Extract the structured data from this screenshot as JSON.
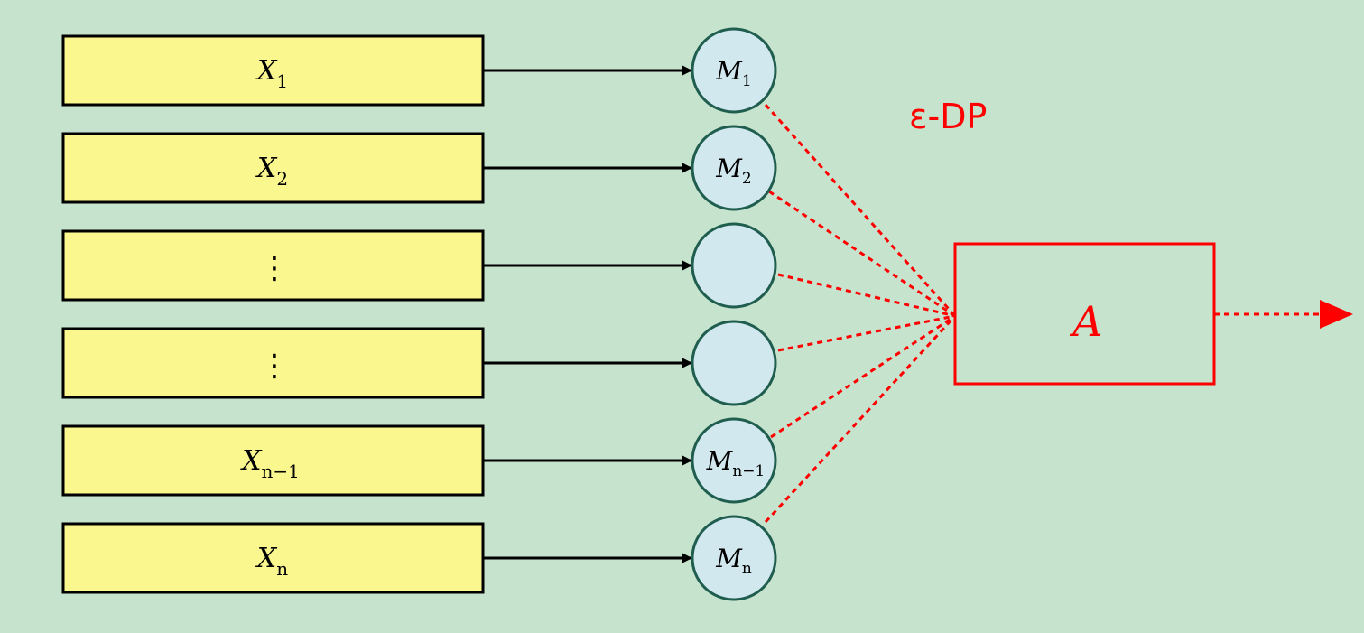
{
  "diagram": {
    "inputs": [
      {
        "base": "X",
        "sub": "1"
      },
      {
        "base": "X",
        "sub": "2"
      },
      {
        "base": "⋮",
        "sub": ""
      },
      {
        "base": "⋮",
        "sub": ""
      },
      {
        "base": "X",
        "sub": "n−1"
      },
      {
        "base": "X",
        "sub": "n"
      }
    ],
    "mechanisms": [
      {
        "base": "M",
        "sub": "1"
      },
      {
        "base": "M",
        "sub": "2"
      },
      {
        "base": "",
        "sub": ""
      },
      {
        "base": "",
        "sub": ""
      },
      {
        "base": "M",
        "sub": "n−1"
      },
      {
        "base": "M",
        "sub": "n"
      }
    ],
    "privacy_label": "ε-DP",
    "aggregator": {
      "label": "A"
    },
    "colors": {
      "background": "#c6e3cd",
      "input_fill": "#fbf78f",
      "mechanism_fill": "#d2e8ef",
      "mechanism_stroke": "#1f5d4f",
      "privacy": "#ff0000",
      "arrow": "#000000"
    }
  }
}
